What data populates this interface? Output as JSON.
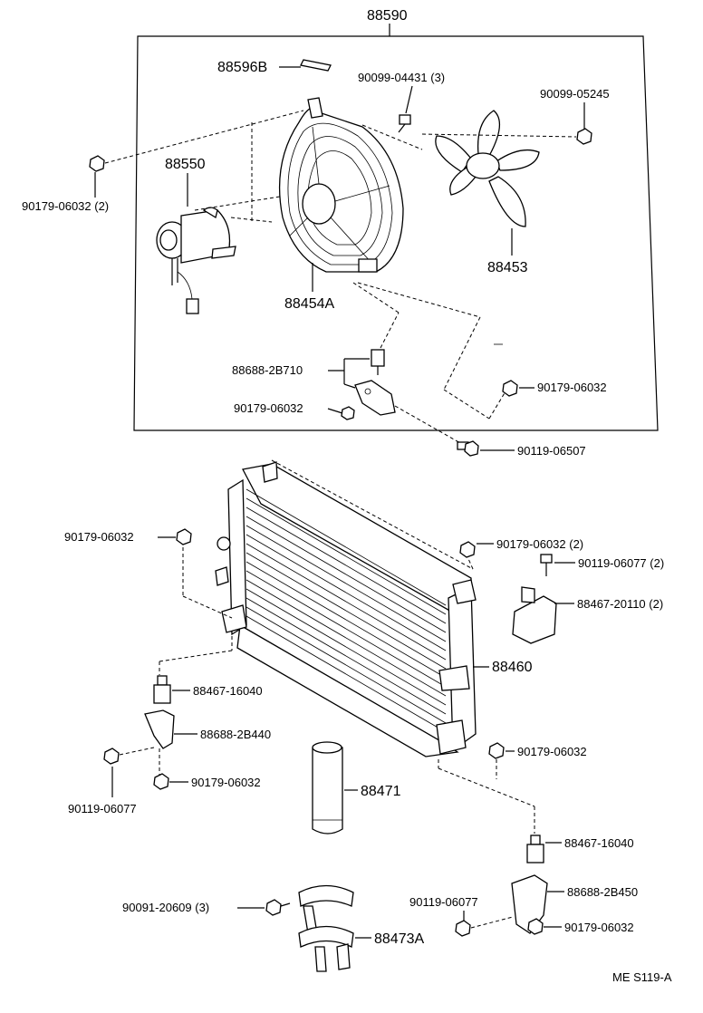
{
  "labels": {
    "assembly": "88590",
    "part_88596B": "88596B",
    "part_90099_04431": "90099-04431 (3)",
    "part_90099_05245": "90099-05245",
    "part_90179_06032_2_top": "90179-06032 (2)",
    "part_88550": "88550",
    "part_88453": "88453",
    "part_88454A": "88454A",
    "part_88688_2B710": "88688-2B710",
    "part_90179_06032_a": "90179-06032",
    "part_90179_06032_b": "90179-06032",
    "part_90119_06507": "90119-06507",
    "part_90179_06032_c": "90179-06032",
    "part_90179_06032_2_mid": "90179-06032 (2)",
    "part_90119_06077_2": "90119-06077 (2)",
    "part_88467_20110_2": "88467-20110 (2)",
    "part_88460": "88460",
    "part_88467_16040_left": "88467-16040",
    "part_88688_2B440": "88688-2B440",
    "part_90179_06032_d": "90179-06032",
    "part_90179_06032_e": "90179-06032",
    "part_90119_06077_left": "90119-06077",
    "part_88471": "88471",
    "part_88467_16040_right": "88467-16040",
    "part_88688_2B450": "88688-2B450",
    "part_90091_20609_3": "90091-20609 (3)",
    "part_90119_06077_right": "90119-06077",
    "part_90179_06032_f": "90179-06032",
    "part_88473A": "88473A",
    "figure_code": "ME S119-A"
  }
}
